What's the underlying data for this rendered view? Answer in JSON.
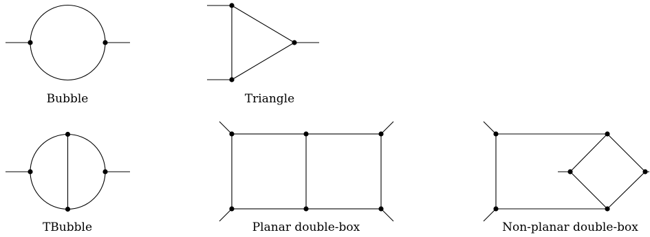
{
  "diagrams": [
    {
      "id": "bubble",
      "caption": "Bubble"
    },
    {
      "id": "triangle",
      "caption": "Triangle"
    },
    {
      "id": "tbubble",
      "caption": "TBubble"
    },
    {
      "id": "planar",
      "caption": "Planar double-box"
    },
    {
      "id": "nonplanar",
      "caption": "Non-planar double-box"
    }
  ],
  "colors": {
    "line": "#000000",
    "vertex": "#000000",
    "background": "#ffffff"
  }
}
